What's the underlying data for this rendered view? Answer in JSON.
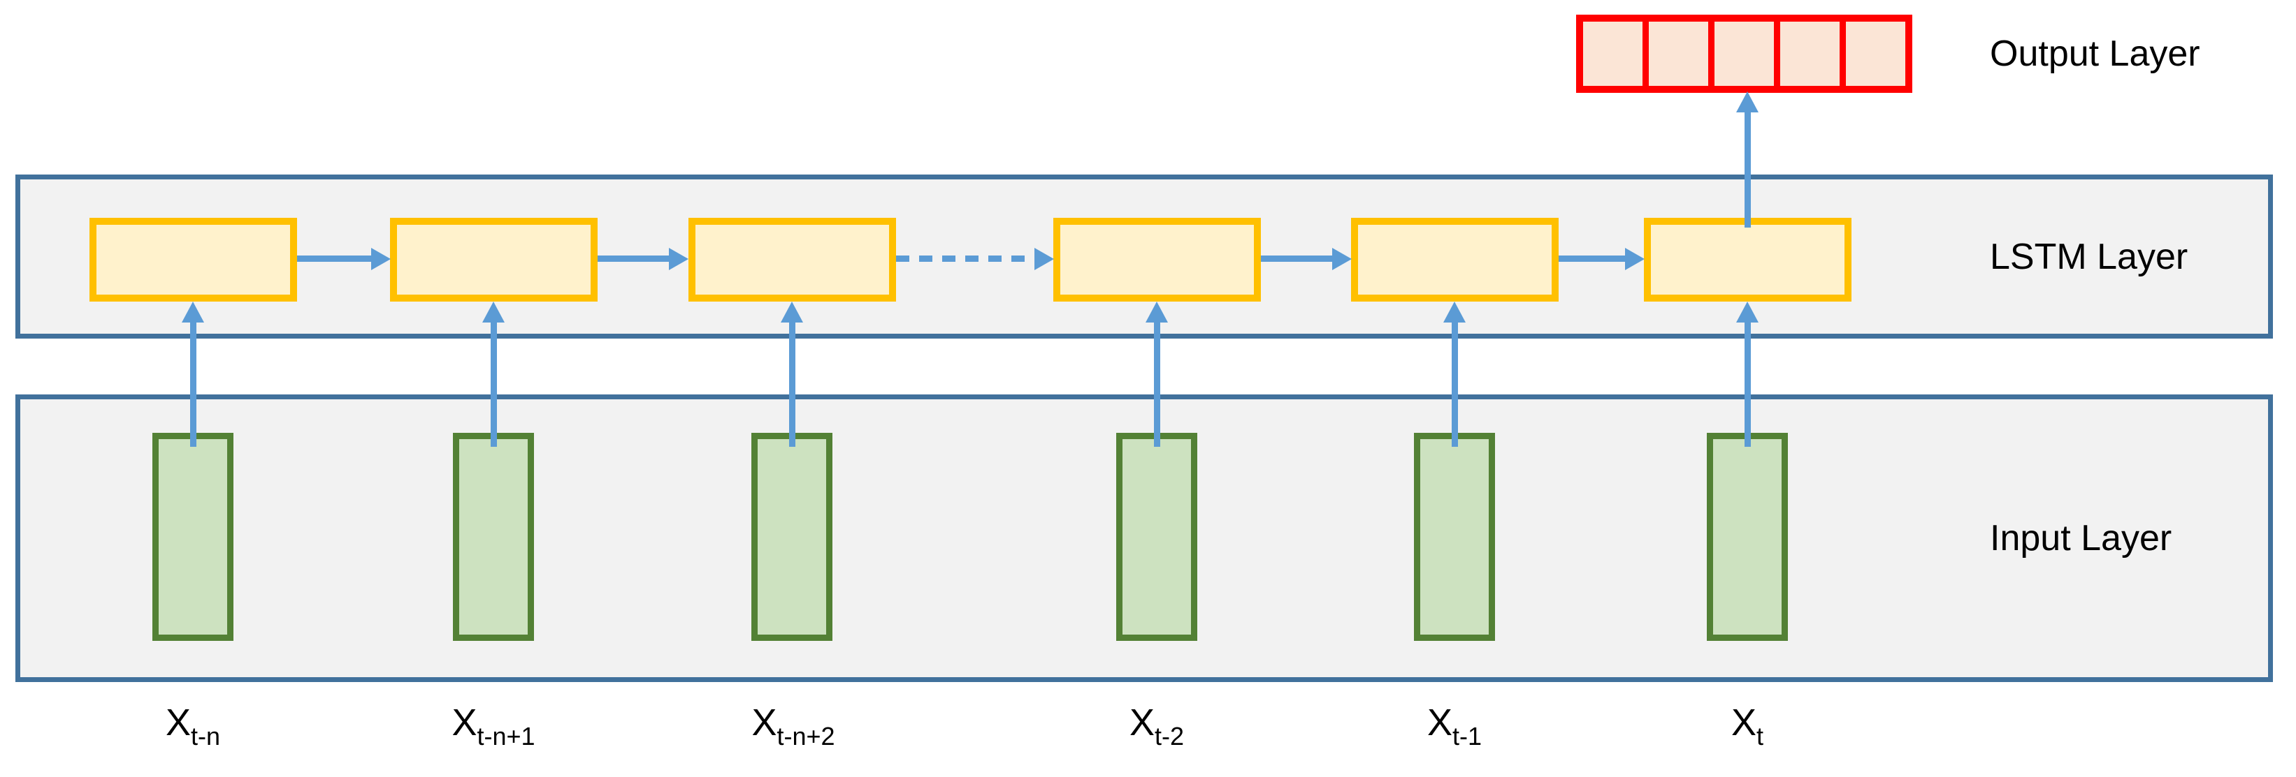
{
  "figure": {
    "type": "lstm-network-architecture-diagram"
  },
  "layers": {
    "output": {
      "label": "Output Layer",
      "cell_count": 5
    },
    "lstm": {
      "label": "LSTM Layer",
      "unit_count": 6,
      "skipped_timesteps_connector": "dashed"
    },
    "input": {
      "label": "Input Layer",
      "unit_count": 6
    }
  },
  "x_labels": [
    {
      "base": "X",
      "sub": "t-n"
    },
    {
      "base": "X",
      "sub": "t-n+1"
    },
    {
      "base": "X",
      "sub": "t-n+2"
    },
    {
      "base": "X",
      "sub": "t-2"
    },
    {
      "base": "X",
      "sub": "t-1"
    },
    {
      "base": "X",
      "sub": "t"
    }
  ],
  "colors": {
    "band-border": "#41719C",
    "band-fill": "#F2F2F2",
    "arrow": "#5B9BD5",
    "yellow-border": "#FFC000",
    "yellow-fill": "#FFF2CC",
    "green-border": "#538135",
    "green-fill": "#CDE2C0",
    "red": "#FF0000",
    "red-fill": "#FBE5D6",
    "text": "#000000"
  }
}
